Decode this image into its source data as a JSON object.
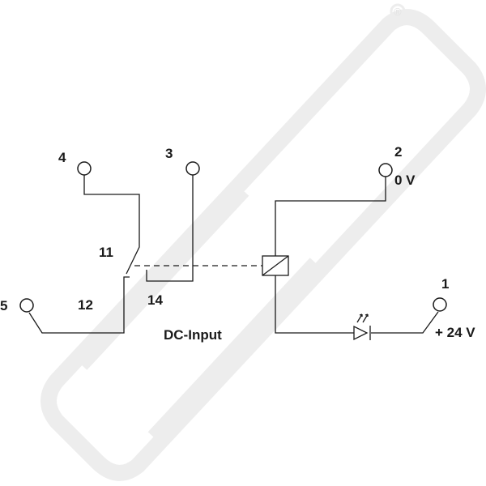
{
  "terminals": {
    "t4": "4",
    "t3": "3",
    "t2": "2",
    "t1": "1",
    "t5": "5"
  },
  "labels": {
    "pin11": "11",
    "pin12": "12",
    "pin14": "14",
    "zero_volt": "0 V",
    "plus_24v": "+ 24 V",
    "dc_input": "DC-Input"
  },
  "watermark": {
    "registered_mark": "®"
  },
  "colors": {
    "line": "#1a1a1a",
    "watermark": "#ededed"
  }
}
